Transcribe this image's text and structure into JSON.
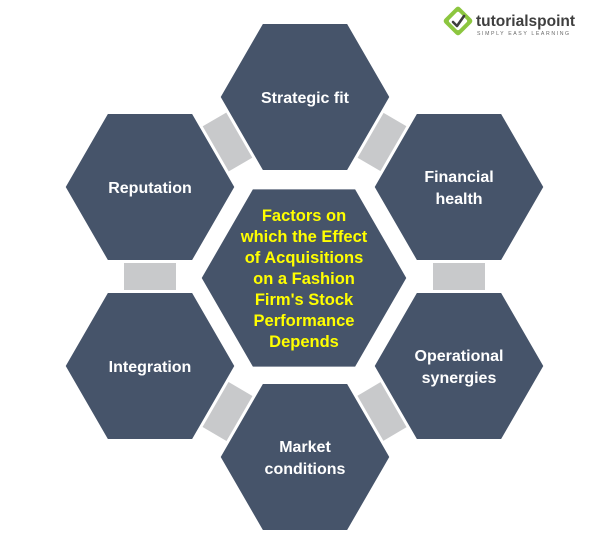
{
  "logo": {
    "brand": "tutorialspoint",
    "tagline": "SIMPLY EASY LEARNING"
  },
  "center": {
    "lines": [
      "Factors on",
      "which the Effect",
      "of Acquisitions",
      "on a Fashion",
      "Firm's Stock",
      "Performance",
      "Depends"
    ]
  },
  "nodes": [
    {
      "id": "strategic-fit",
      "lines": [
        "Strategic fit"
      ]
    },
    {
      "id": "financial-health",
      "lines": [
        "Financial",
        "health"
      ]
    },
    {
      "id": "operational-synergies",
      "lines": [
        "Operational",
        "synergies"
      ]
    },
    {
      "id": "market-conditions",
      "lines": [
        "Market",
        "conditions"
      ]
    },
    {
      "id": "integration",
      "lines": [
        "Integration"
      ]
    },
    {
      "id": "reputation",
      "lines": [
        "Reputation"
      ]
    }
  ],
  "colors": {
    "hex_fill": "#46546a",
    "hex_stroke": "#ffffff",
    "connector": "#c8c9cb",
    "node_text": "#ffffff",
    "center_text": "#ffff00",
    "logo_green": "#8cc63f"
  }
}
